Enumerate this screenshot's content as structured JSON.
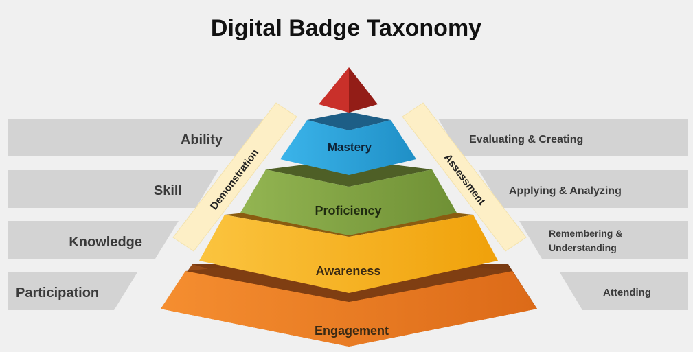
{
  "title": "Digital Badge Taxonomy",
  "left_labels": [
    "Ability",
    "Skill",
    "Knowledge",
    "Participation"
  ],
  "right_labels": {
    "evaluating": "Evaluating & Creating",
    "applying": "Applying & Analyzing",
    "remembering_line1": "Remembering &",
    "remembering_line2": "Understanding",
    "attending": "Attending"
  },
  "pyramid_levels": [
    "Mastery",
    "Proficiency",
    "Awareness",
    "Engagement"
  ],
  "side_bands": {
    "left": "Demonstration",
    "right": "Assessment"
  },
  "colors": {
    "apex": "#b02a20",
    "mastery": "#2aa3dc",
    "proficiency": "#86a845",
    "awareness": "#f7b21c",
    "engagement": "#ee7d24",
    "band": "#fdefc6",
    "label_band": "#d3d3d3"
  }
}
